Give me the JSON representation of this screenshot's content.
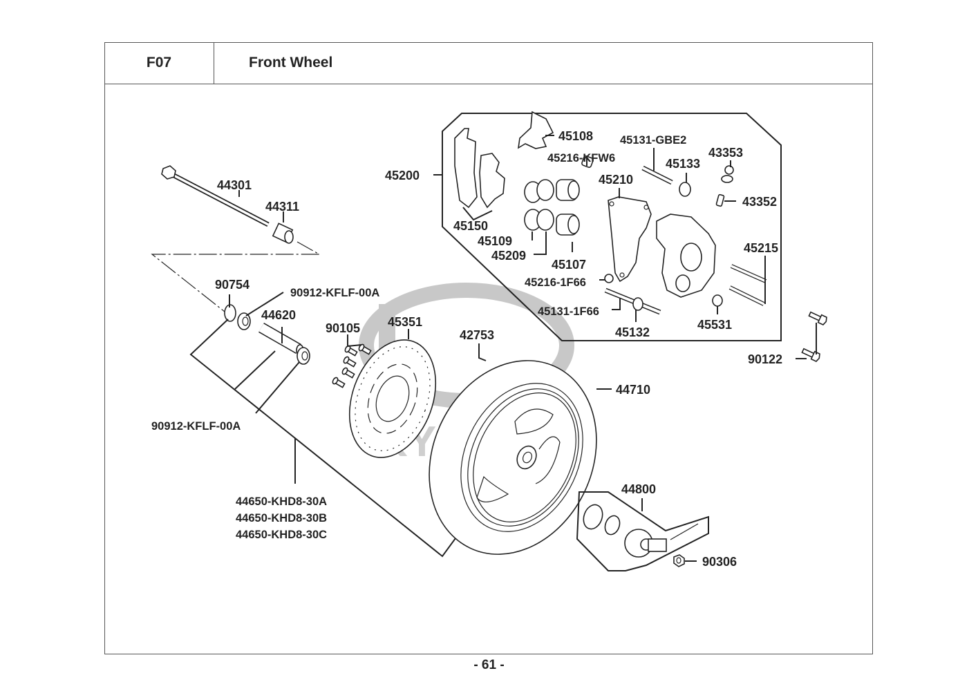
{
  "header": {
    "section_code": "F07",
    "title": "Front Wheel"
  },
  "watermark": "KYMCO",
  "footer": {
    "page_number": "- 61 -"
  },
  "parts": {
    "p44301": "44301",
    "p44311": "44311",
    "p90754": "90754",
    "p90912_top": "90912-KFLF-00A",
    "p44620": "44620",
    "p90912_bottom": "90912-KFLF-00A",
    "p44650_a": "44650-KHD8-30A",
    "p44650_b": "44650-KHD8-30B",
    "p44650_c": "44650-KHD8-30C",
    "p90105": "90105",
    "p45351": "45351",
    "p42753": "42753",
    "p44710": "44710",
    "p44800": "44800",
    "p90306": "90306",
    "p90122": "90122",
    "p45200": "45200",
    "p45108": "45108",
    "p45131_gbe2": "45131-GBE2",
    "p45216_kfw6": "45216-KFW6",
    "p45133": "45133",
    "p43353": "43353",
    "p43352": "43352",
    "p45210": "45210",
    "p45150": "45150",
    "p45109": "45109",
    "p45209": "45209",
    "p45107": "45107",
    "p45216_1f66": "45216-1F66",
    "p45131_1f66": "45131-1F66",
    "p45132": "45132",
    "p45215": "45215",
    "p45531": "45531"
  }
}
